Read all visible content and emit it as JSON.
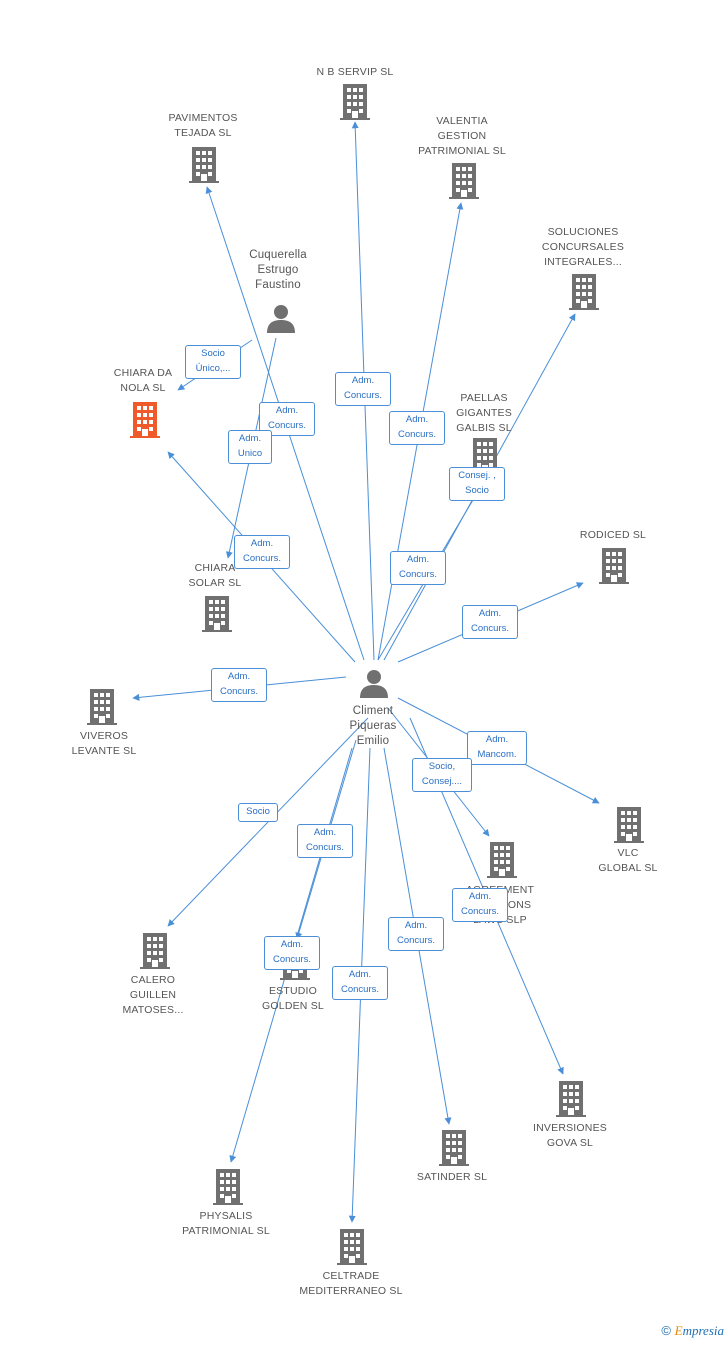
{
  "colors": {
    "edge": "#4a8fd8",
    "building": "#707070",
    "building_highlight": "#f05a2a",
    "person": "#707070"
  },
  "nodes": [
    {
      "id": "nbservip",
      "type": "company",
      "label": "N B SERVIP SL"
    },
    {
      "id": "pavimentos",
      "type": "company",
      "label": "PAVIMENTOS\nTEJADA SL"
    },
    {
      "id": "valentia",
      "type": "company",
      "label": "VALENTIA\nGESTION\nPATRIMONIAL SL"
    },
    {
      "id": "soluciones",
      "type": "company",
      "label": "SOLUCIONES\nCONCURSALES\nINTEGRALES..."
    },
    {
      "id": "cuquerella",
      "type": "person",
      "label": "Cuquerella\nEstrugo\nFaustino"
    },
    {
      "id": "chiaranola",
      "type": "company",
      "highlight": true,
      "label": "CHIARA DA\nNOLA SL"
    },
    {
      "id": "paellas",
      "type": "company",
      "label": "PAELLAS\nGIGANTES\nGALBIS SL"
    },
    {
      "id": "rodiced",
      "type": "company",
      "label": "RODICED SL"
    },
    {
      "id": "chiarasolar",
      "type": "company",
      "label": "CHIARA\nSOLAR SL"
    },
    {
      "id": "climent",
      "type": "person",
      "label": "Climent\nPiqueras\nEmilio"
    },
    {
      "id": "viveros",
      "type": "company",
      "label": "VIVEROS\nLEVANTE SL"
    },
    {
      "id": "vlc",
      "type": "company",
      "label": "VLC\nGLOBAL SL"
    },
    {
      "id": "agreement",
      "type": "company",
      "label": "AGREEMENT\nSOLUTIONS\nLAWS SLP"
    },
    {
      "id": "calero",
      "type": "company",
      "label": "CALERO\nGUILLEN\nMATOSES..."
    },
    {
      "id": "estudio",
      "type": "company",
      "label": "ESTUDIO\nGOLDEN SL"
    },
    {
      "id": "inversiones",
      "type": "company",
      "label": "INVERSIONES\nGOVA SL"
    },
    {
      "id": "satinder",
      "type": "company",
      "label": "SATINDER SL"
    },
    {
      "id": "physalis",
      "type": "company",
      "label": "PHYSALIS\nPATRIMONIAL SL"
    },
    {
      "id": "celtrade",
      "type": "company",
      "label": "CELTRADE\nMEDITERRANEO SL"
    }
  ],
  "edges": [
    {
      "from": "climent",
      "to": "nbservip",
      "label": "Adm.\nConcurs."
    },
    {
      "from": "climent",
      "to": "pavimentos",
      "label": "Adm.\nConcurs."
    },
    {
      "from": "climent",
      "to": "valentia",
      "label": "Adm.\nConcurs."
    },
    {
      "from": "climent",
      "to": "soluciones",
      "label": "Adm.\nConcurs."
    },
    {
      "from": "climent",
      "to": "paellas",
      "label": "Consej. ,\nSocio"
    },
    {
      "from": "climent",
      "to": "rodiced",
      "label": "Adm.\nConcurs."
    },
    {
      "from": "climent",
      "to": "chiaranola",
      "label": "Adm.\nConcurs."
    },
    {
      "from": "cuquerella",
      "to": "chiaranola",
      "label": "Socio\nÚnico,..."
    },
    {
      "from": "cuquerella",
      "to": "chiarasolar",
      "label": "Adm.\nUnico"
    },
    {
      "from": "climent",
      "to": "viveros",
      "label": "Adm.\nConcurs."
    },
    {
      "from": "climent",
      "to": "vlc",
      "label": "Adm.\nMancom."
    },
    {
      "from": "climent",
      "to": "agreement",
      "label": "Socio,\nConsej...."
    },
    {
      "from": "climent",
      "to": "calero",
      "label": "Socio"
    },
    {
      "from": "climent",
      "to": "estudio",
      "label": "Adm.\nConcurs."
    },
    {
      "from": "climent",
      "to": "inversiones",
      "label": "Adm.\nConcurs."
    },
    {
      "from": "climent",
      "to": "satinder",
      "label": "Adm.\nConcurs."
    },
    {
      "from": "climent",
      "to": "physalis",
      "label": "Adm.\nConcurs."
    },
    {
      "from": "climent",
      "to": "celtrade",
      "label": "Adm.\nConcurs."
    }
  ],
  "footer": {
    "copyright_symbol": "©",
    "brand_first": "E",
    "brand_rest": "mpresia"
  }
}
